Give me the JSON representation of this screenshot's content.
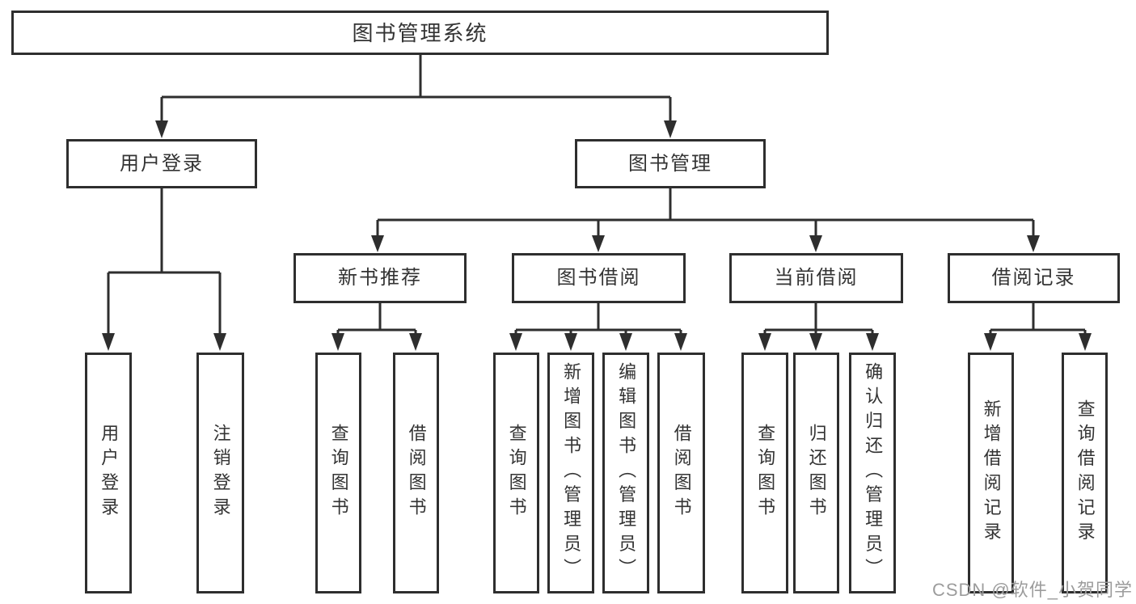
{
  "tree": {
    "label": "图书管理系统",
    "children": [
      {
        "label": "用户登录",
        "children": [
          {
            "label": "用户登录"
          },
          {
            "label": "注销登录"
          }
        ]
      },
      {
        "label": "图书管理",
        "children": [
          {
            "label": "新书推荐",
            "children": [
              {
                "label": "查询图书"
              },
              {
                "label": "借阅图书"
              }
            ]
          },
          {
            "label": "图书借阅",
            "children": [
              {
                "label": "查询图书"
              },
              {
                "label": "新增图书（管理员）"
              },
              {
                "label": "编辑图书（管理员）"
              },
              {
                "label": "借阅图书"
              }
            ]
          },
          {
            "label": "当前借阅",
            "children": [
              {
                "label": "查询图书"
              },
              {
                "label": "归还图书"
              },
              {
                "label": "确认归还（管理员）"
              }
            ]
          },
          {
            "label": "借阅记录",
            "children": [
              {
                "label": "新增借阅记录"
              },
              {
                "label": "查询借阅记录"
              }
            ]
          }
        ]
      }
    ]
  },
  "watermark": "CSDN @软件_小贺同学",
  "colors": {
    "line": "#2e2e2e",
    "text": "#333333",
    "watermark_text": "#9c9c9c",
    "background": "#ffffff"
  }
}
